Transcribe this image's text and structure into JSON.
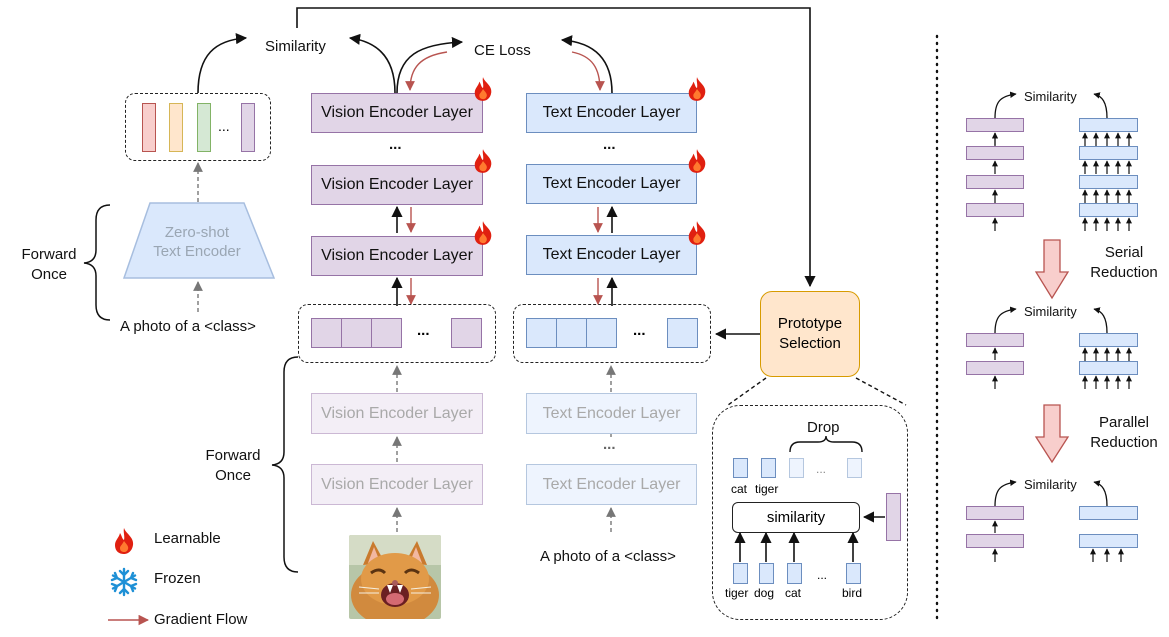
{
  "top": {
    "similarity": "Similarity",
    "ce_loss": "CE Loss"
  },
  "vision_layers": [
    "Vision Encoder Layer",
    "Vision Encoder Layer",
    "Vision Encoder Layer"
  ],
  "text_layers": [
    "Text Encoder Layer",
    "Text Encoder Layer",
    "Text Encoder Layer"
  ],
  "frozen_vision_layers": [
    "Vision Encoder Layer",
    "Vision Encoder Layer"
  ],
  "frozen_text_layers": [
    "Text Encoder Layer",
    "Text Encoder Layer"
  ],
  "ellipsis": "...",
  "token_ellipsis": "...",
  "zero_shot": {
    "line1": "Zero-shot",
    "line2": "Text Encoder"
  },
  "forward_once_top": {
    "line1": "Forward",
    "line2": "Once"
  },
  "forward_once_bottom": {
    "line1": "Forward",
    "line2": "Once"
  },
  "prompt_left": "A photo of a <class>",
  "prompt_bottom": "A photo of a <class>",
  "proto_selection": {
    "line1": "Prototype",
    "line2": "Selection"
  },
  "detail": {
    "drop": "Drop",
    "kept": [
      "cat",
      "tiger"
    ],
    "similarity": "similarity",
    "candidates": [
      "tiger",
      "dog",
      "cat",
      "...",
      "bird"
    ]
  },
  "legend": {
    "learnable": "Learnable",
    "frozen": "Frozen",
    "gradient": "Gradient Flow"
  },
  "right_panel": {
    "similarity_1": "Similarity",
    "serial": {
      "line1": "Serial",
      "line2": "Reduction"
    },
    "similarity_2": "Similarity",
    "parallel": {
      "line1": "Parallel",
      "line2": "Reduction"
    },
    "similarity_3": "Similarity"
  },
  "colors": {
    "vision_fill": "#e1d5e7",
    "vision_stroke": "#9673a6",
    "text_fill": "#dae8fc",
    "text_stroke": "#6c8ebf",
    "gradient": "#b85450",
    "proto_fill": "#ffe6cc",
    "proto_stroke": "#d79b00",
    "learnable": "#e02010",
    "frozen": "#1e90d6"
  },
  "class_colors": [
    "#f8cecc",
    "#ffe6cc",
    "#d5e8d4",
    "#e1d5e7"
  ]
}
